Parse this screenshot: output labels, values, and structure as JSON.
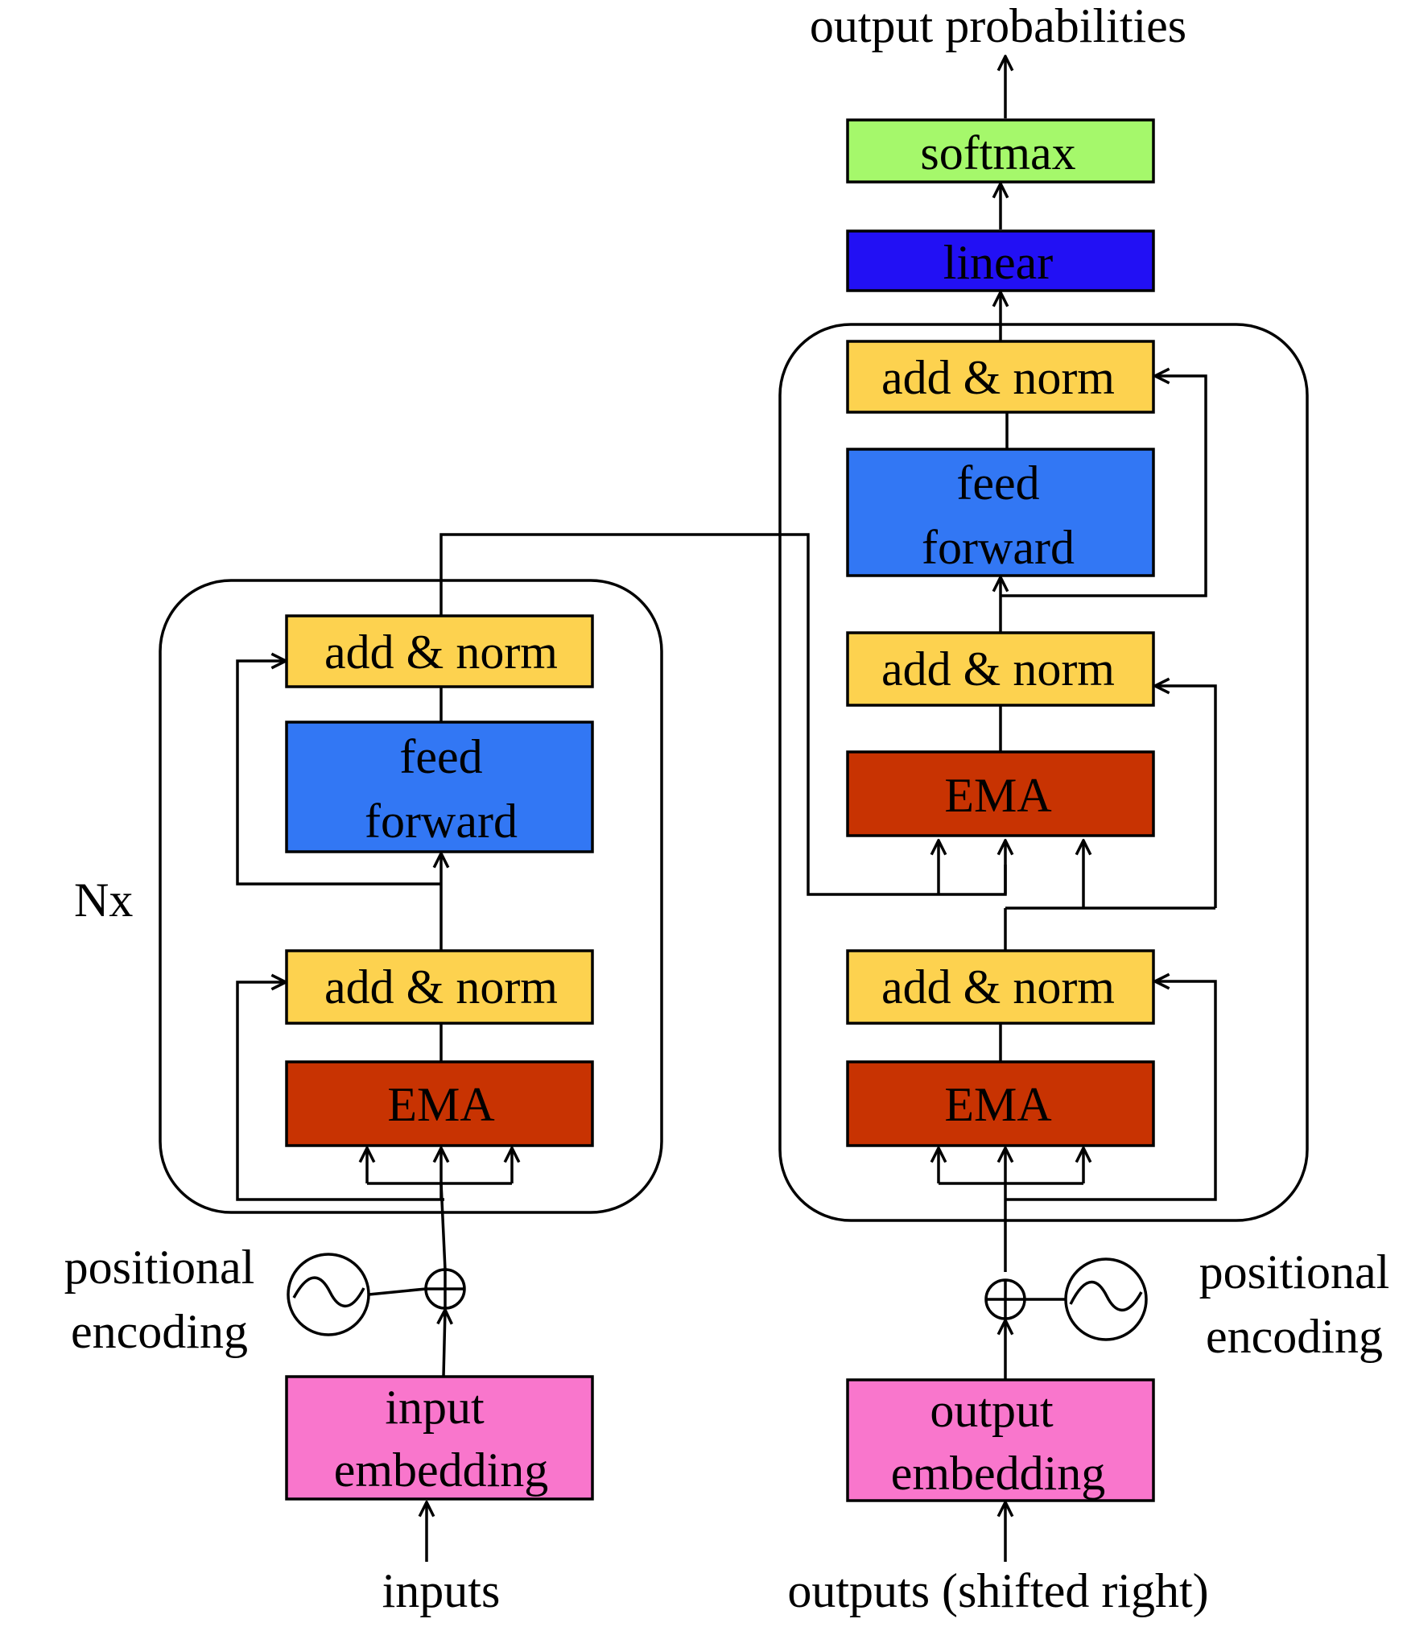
{
  "colors": {
    "add_norm": "#fdd24f",
    "feed_forward": "#3277f4",
    "ema": "#c83302",
    "embedding": "#f976cc",
    "linear": "#2210f4",
    "softmax": "#a5f86b",
    "stroke": "#000000"
  },
  "encoder": {
    "repeat_label": "Nx",
    "add_norm_top": "add & norm",
    "feed_forward": [
      "feed",
      "forward"
    ],
    "add_norm_bottom": "add & norm",
    "ema": "EMA",
    "positional_encoding": [
      "positional",
      "encoding"
    ],
    "embedding": [
      "input",
      "embedding"
    ],
    "input_label": "inputs"
  },
  "decoder": {
    "output_label": "output probabilities",
    "softmax": "softmax",
    "linear": "linear",
    "add_norm_top": "add & norm",
    "feed_forward": [
      "feed",
      "forward"
    ],
    "add_norm_middle": "add & norm",
    "ema_cross": "EMA",
    "add_norm_bottom": "add & norm",
    "ema_self": "EMA",
    "positional_encoding": [
      "positional",
      "encoding"
    ],
    "embedding": [
      "output",
      "embedding"
    ],
    "input_label": "outputs (shifted right)"
  }
}
